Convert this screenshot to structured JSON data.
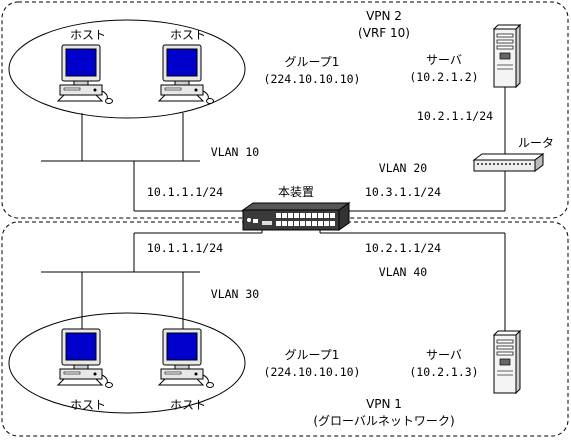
{
  "vpn2": {
    "title": "VPN 2",
    "subtitle": "(VRF 10)"
  },
  "vpn1": {
    "title": "VPN 1",
    "subtitle": "(グローバルネットワーク)"
  },
  "device_label": "本装置",
  "router_label": "ルータ",
  "top": {
    "host_left": "ホスト",
    "host_right": "ホスト",
    "group_name": "グループ1",
    "group_addr": "(224.10.10.10)",
    "server_label": "サーバ",
    "server_addr": "(10.2.1.2)",
    "server_subnet": "10.2.1.1/24",
    "vlan10": "VLAN 10",
    "vlan20": "VLAN 20",
    "left_subnet": "10.1.1.1/24",
    "router_subnet": "10.3.1.1/24"
  },
  "bottom": {
    "left_subnet": "10.1.1.1/24",
    "right_subnet": "10.2.1.1/24",
    "vlan40": "VLAN 40",
    "vlan30": "VLAN 30",
    "group_name": "グループ1",
    "group_addr": "(224.10.10.10)",
    "server_label": "サーバ",
    "server_addr": "(10.2.1.3)",
    "host_left": "ホスト",
    "host_right": "ホスト"
  },
  "colors": {
    "monitor_screen": "#0000cc",
    "line": "#000000"
  }
}
